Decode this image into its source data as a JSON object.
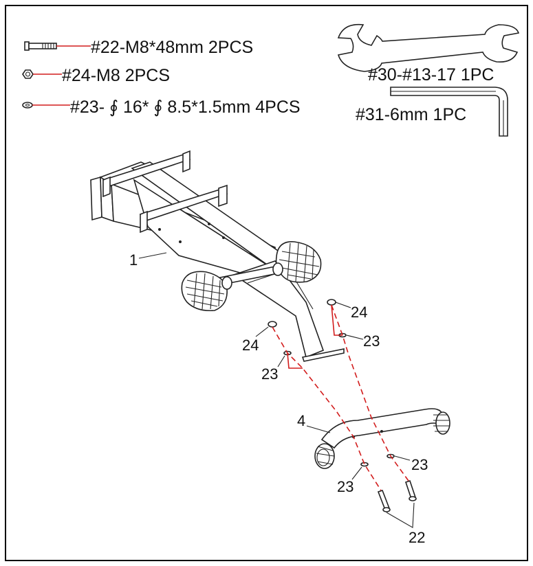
{
  "parts_list": [
    {
      "id": "22",
      "text": "#22-M8*48mm 2PCS",
      "icon": "bolt-icon"
    },
    {
      "id": "24",
      "text": "#24-M8  2PCS",
      "icon": "nut-icon"
    },
    {
      "id": "23",
      "text": "#23- ∮ 16* ∮ 8.5*1.5mm  4PCS",
      "icon": "washer-icon"
    }
  ],
  "tools": [
    {
      "id": "30",
      "text": "#30-#13-17 1PC",
      "icon": "wrench-icon"
    },
    {
      "id": "31",
      "text": "#31-6mm 1PC",
      "icon": "allen-key-icon"
    }
  ],
  "callouts": {
    "main_frame": "1",
    "front_tube": "4",
    "nut_right": "24",
    "nut_left": "24",
    "washer_upper_right": "23",
    "washer_upper_left": "23",
    "washer_lower_right": "23",
    "washer_lower_left": "23",
    "bolts": "22"
  },
  "colors": {
    "leader_line": "#d21c1c",
    "line_art": "#222222",
    "border": "#000000"
  }
}
